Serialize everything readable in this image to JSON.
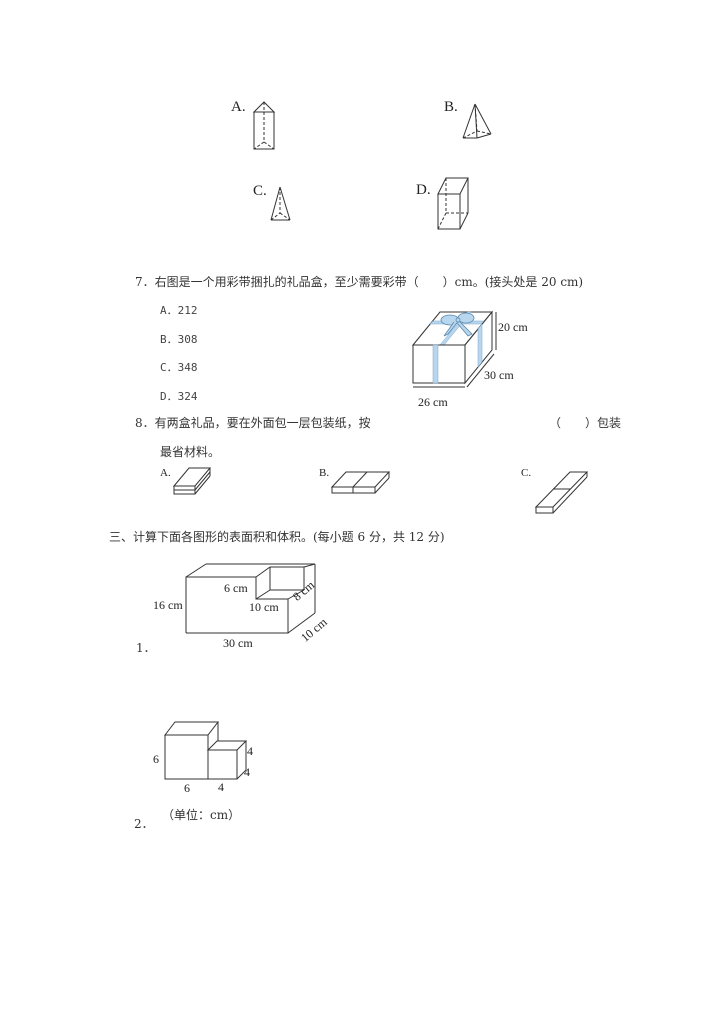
{
  "q6_options": {
    "a": {
      "label": "A.",
      "shape": "triangular-prism"
    },
    "b": {
      "label": "B.",
      "shape": "square-pyramid"
    },
    "c": {
      "label": "C.",
      "shape": "triangular-pyramid"
    },
    "d": {
      "label": "D.",
      "shape": "rectangular-prism"
    }
  },
  "q7": {
    "text": "7．右图是一个用彩带捆扎的礼品盒，至少需要彩带（　　）cm。(接头处是 20 cm)",
    "options": [
      {
        "label": "A．212"
      },
      {
        "label": "B．308"
      },
      {
        "label": "C．348"
      },
      {
        "label": "D．324"
      }
    ],
    "figure": {
      "height_label": "20 cm",
      "depth_label": "30 cm",
      "width_label": "26 cm",
      "ribbon_color": "#b8d6ee"
    }
  },
  "q8": {
    "text_line1": "8．有两盒礼品，要在外面包一层包装纸，按",
    "blank": "（　　）包装",
    "text_line2": "最省材料。",
    "options": [
      {
        "label": "A."
      },
      {
        "label": "B."
      },
      {
        "label": "C."
      }
    ]
  },
  "section3": {
    "title": "三、计算下面各图形的表面积和体积。(每小题 6 分，共 12 分)",
    "problem1": {
      "number": "1．",
      "labels": {
        "height": "16 cm",
        "cut_height": "6 cm",
        "cut_length": "10 cm",
        "cut_depth": "8 cm",
        "length": "30 cm",
        "depth": "10 cm"
      }
    },
    "problem2": {
      "number": "2．",
      "unit": "（单位：cm）",
      "labels": {
        "big_height": "6",
        "big_width": "6",
        "small_width": "4",
        "small_height": "4",
        "small_depth": "4"
      }
    }
  }
}
